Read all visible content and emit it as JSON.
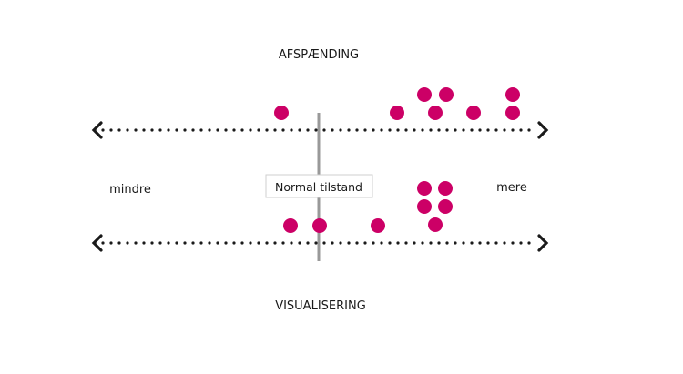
{
  "top_label": "AFSPÆNDING",
  "bottom_label": "VISUALISERING",
  "left_label": "mindre",
  "right_label": "mere",
  "center_label": "Normal tilstand",
  "colors": {
    "dot": "#cc0066",
    "axis": "#1a1a1a",
    "divider": "#999999",
    "text": "#1a1a1a"
  }
}
